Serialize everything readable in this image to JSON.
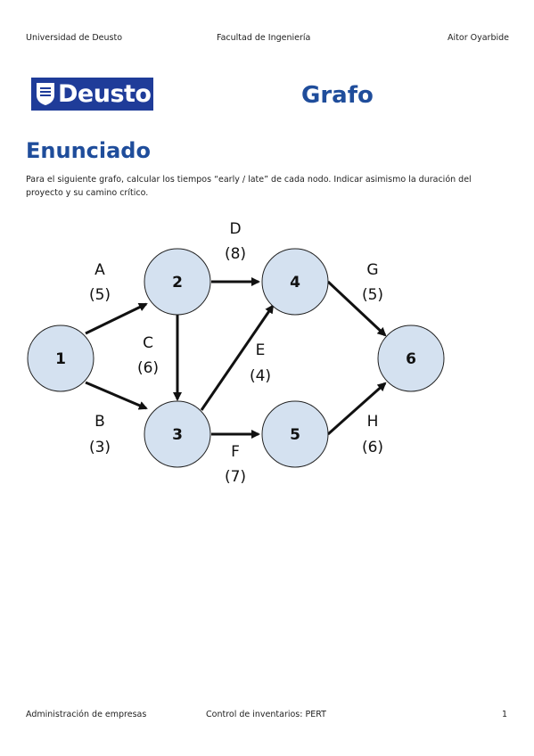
{
  "header": {
    "university": "Universidad de Deusto",
    "faculty": "Facultad de Ingeniería",
    "author": "Aitor Oyarbide"
  },
  "logo": {
    "text": "Deusto"
  },
  "document": {
    "title": "Grafo",
    "section_title": "Enunciado",
    "statement": "Para el siguiente grafo, calcular los tiempos “early / late” de cada nodo. Indicar asimismo la duración del proyecto y su camino crítico."
  },
  "graph": {
    "nodes": [
      "1",
      "2",
      "3",
      "4",
      "5",
      "6"
    ],
    "activities": [
      {
        "name": "A",
        "duration": "(5)",
        "from": "1",
        "to": "2"
      },
      {
        "name": "B",
        "duration": "(3)",
        "from": "1",
        "to": "3"
      },
      {
        "name": "C",
        "duration": "(6)",
        "from": "2",
        "to": "3"
      },
      {
        "name": "D",
        "duration": "(8)",
        "from": "2",
        "to": "4"
      },
      {
        "name": "E",
        "duration": "(4)",
        "from": "3",
        "to": "4"
      },
      {
        "name": "F",
        "duration": "(7)",
        "from": "3",
        "to": "5"
      },
      {
        "name": "G",
        "duration": "(5)",
        "from": "4",
        "to": "6"
      },
      {
        "name": "H",
        "duration": "(6)",
        "from": "5",
        "to": "6"
      }
    ],
    "node_fill": "#d4e1f0"
  },
  "footer": {
    "course": "Administración de empresas",
    "topic": "Control de inventarios: PERT",
    "page_number": "1"
  },
  "colors": {
    "accent": "#1f4d9b",
    "logo_bg": "#1f3c99"
  }
}
